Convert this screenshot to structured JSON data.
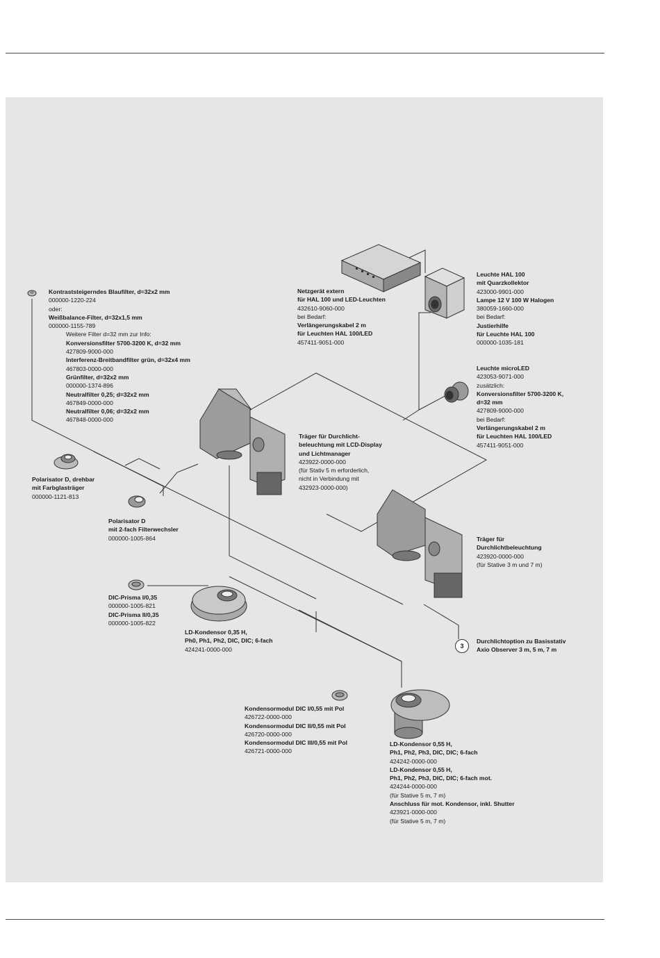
{
  "colors": {
    "panel_bg": "#e6e6e6",
    "line": "#333333",
    "rule": "#4a4a4a"
  },
  "labels": {
    "filter": {
      "l1": "Kontraststeigerndes Blaufilter, d=32x2 mm",
      "l2": "000000-1220-224",
      "l3": "oder:",
      "l4": "Weißbalance-Filter, d=32x1,5 mm",
      "l5": "000000-1155-789",
      "l6": "Weitere Filter d=32 mm zur Info:",
      "l7": "Konversionsfilter 5700-3200 K, d=32 mm",
      "l8": "427809-9000-000",
      "l9": "Interferenz-Breitbandfilter grün, d=32x4 mm",
      "l10": "467803-0000-000",
      "l11": "Grünfilter, d=32x2 mm",
      "l12": "000000-1374-896",
      "l13": "Neutralfilter 0,25; d=32x2 mm",
      "l14": "467849-0000-000",
      "l15": "Neutralfilter 0,06; d=32x2 mm",
      "l16": "467848-0000-000"
    },
    "netzgeraet": {
      "l1": "Netzgerät extern",
      "l2": "für HAL 100 und LED-Leuchten",
      "l3": "432610-9060-000",
      "l4": "bei Bedarf:",
      "l5": "Verlängerungskabel 2 m",
      "l6": "für Leuchten HAL 100/LED",
      "l7": "457411-9051-000"
    },
    "hal100": {
      "l1": "Leuchte HAL 100",
      "l2": "mit Quarzkollektor",
      "l3": "423000-9901-000",
      "l4": "Lampe 12 V 100 W Halogen",
      "l5": "380059-1660-000",
      "l6": "bei Bedarf:",
      "l7": "Justierhilfe",
      "l8": "für Leuchte HAL 100",
      "l9": "000000-1035-181"
    },
    "microled": {
      "l1": "Leuchte microLED",
      "l2": "423053-9071-000",
      "l3": "zusätzlich:",
      "l4": "Konversionsfilter 5700-3200 K,",
      "l5": "d=32 mm",
      "l6": "427809-9000-000",
      "l7": "bei Bedarf:",
      "l8": "Verlängerungskabel 2 m",
      "l9": "für Leuchten HAL 100/LED",
      "l10": "457411-9051-000"
    },
    "traeger_lcd": {
      "l1": "Träger für Durchlicht-",
      "l2": "beleuchtung mit LCD-Display",
      "l3": "und Lichtmanager",
      "l4": "423922-0000-000",
      "l5": "(für Stativ 5 m erforderlich,",
      "l6": "nicht in Verbindung mit",
      "l7": "432923-0000-000)"
    },
    "polarisator_drehbar": {
      "l1": "Polarisator D, drehbar",
      "l2": "mit Farbglasträger",
      "l3": "000000-1121-813"
    },
    "polarisator_d": {
      "l1": "Polarisator D",
      "l2": "mit 2-fach Filterwechsler",
      "l3": "000000-1005-864"
    },
    "traeger": {
      "l1": "Träger für",
      "l2": "Durchlichtbeleuchtung",
      "l3": "423920-0000-000",
      "l4": "(für Stative 3 m und 7 m)"
    },
    "dic_prisma": {
      "l1": "DIC-Prisma I/0,35",
      "l2": "000000-1005-821",
      "l3": "DIC-Prisma II/0,35",
      "l4": "000000-1005-822"
    },
    "ld_kond_035": {
      "l1": "LD-Kondensor 0,35 H,",
      "l2": "Ph0, Ph1, Ph2, DIC, DIC; 6-fach",
      "l3": "424241-0000-000"
    },
    "durchlichtoption": {
      "badge": "3",
      "l1": "Durchlichtoption zu Basisstativ",
      "l2": "Axio Observer 3 m, 5 m, 7 m"
    },
    "kondensormodul": {
      "l1": "Kondensormodul DIC I/0,55 mit Pol",
      "l2": "426722-0000-000",
      "l3": "Kondensormodul DIC II/0,55 mit Pol",
      "l4": "426720-0000-000",
      "l5": "Kondensormodul DIC III/0,55 mit Pol",
      "l6": "426721-0000-000"
    },
    "ld_kond_055": {
      "l1": "LD-Kondensor 0,55 H,",
      "l2": "Ph1, Ph2, Ph3, DIC, DIC; 6-fach",
      "l3": "424242-0000-000",
      "l4": "LD-Kondensor 0,55 H,",
      "l5": "Ph1, Ph2, Ph3, DIC, DIC; 6-fach mot.",
      "l6": "424244-0000-000",
      "l7": "(für Stative 5 m, 7 m)",
      "l8": "Anschluss für mot. Kondensor, inkl. Shutter",
      "l9": "423921-0000-000",
      "l10": "(für Stative 5 m, 7 m)"
    }
  }
}
